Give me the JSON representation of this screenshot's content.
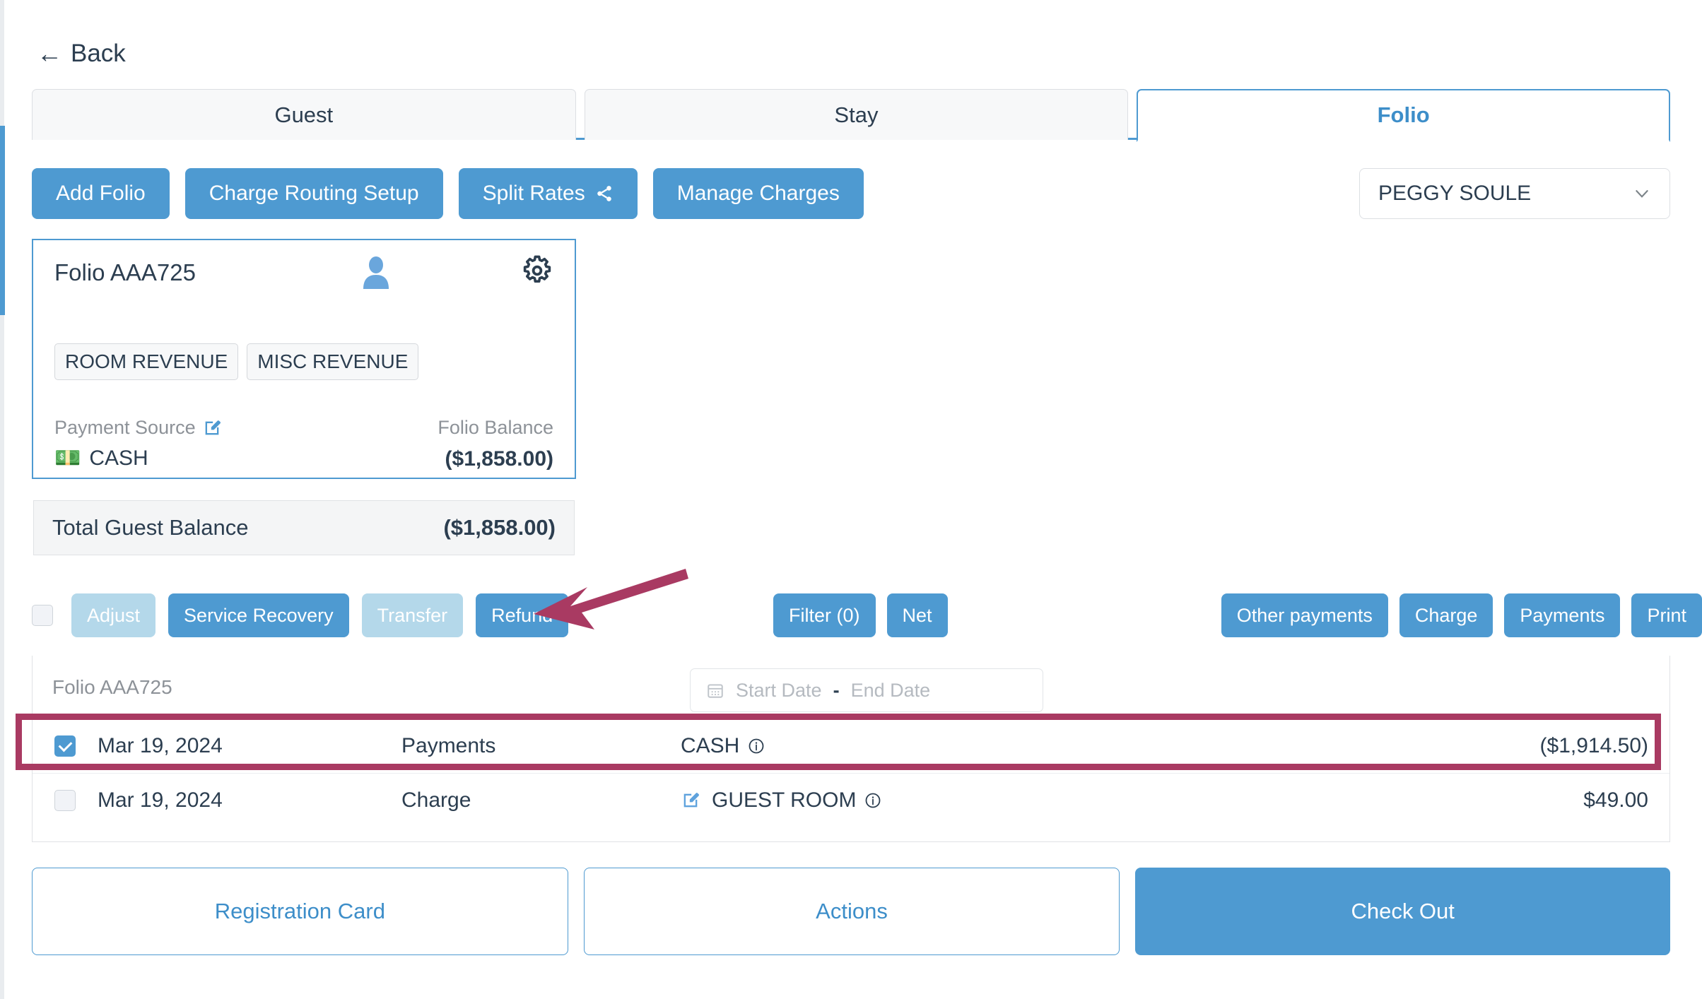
{
  "nav": {
    "back_label": "Back",
    "back_icon": "arrow-left-icon"
  },
  "tabs": [
    {
      "label": "Guest",
      "active": false
    },
    {
      "label": "Stay",
      "active": false
    },
    {
      "label": "Folio",
      "active": true
    }
  ],
  "actions": {
    "add_folio": "Add Folio",
    "charge_routing_setup": "Charge Routing Setup",
    "split_rates": "Split Rates",
    "split_rates_icon": "share-icon",
    "manage_charges": "Manage Charges"
  },
  "guest_select": {
    "value": "PEGGY SOULE",
    "icon": "chevron-down-icon"
  },
  "folio_card": {
    "title": "Folio AAA725",
    "person_icon": "person-icon",
    "gear_icon": "gear-icon",
    "chips": [
      "ROOM REVENUE",
      "MISC REVENUE"
    ],
    "payment_source_label": "Payment Source",
    "payment_source_edit_icon": "edit-icon",
    "payment_source_value": "CASH",
    "payment_source_value_icon": "cash-icon",
    "balance_label": "Folio Balance",
    "balance_value": "($1,858.00)"
  },
  "total_balance": {
    "label": "Total Guest Balance",
    "value": "($1,858.00)"
  },
  "toolbar": {
    "select_all_checked": false,
    "left": [
      {
        "label": "Adjust",
        "disabled": true
      },
      {
        "label": "Service Recovery",
        "disabled": false
      },
      {
        "label": "Transfer",
        "disabled": true
      },
      {
        "label": "Refund",
        "disabled": false
      }
    ],
    "mid": [
      {
        "label": "Filter (0)",
        "disabled": false
      },
      {
        "label": "Net",
        "disabled": false
      }
    ],
    "right": [
      {
        "label": "Other payments",
        "disabled": false
      },
      {
        "label": "Charge",
        "disabled": false
      },
      {
        "label": "Payments",
        "disabled": false
      },
      {
        "label": "Print",
        "disabled": false
      }
    ]
  },
  "annotation": {
    "arrow_icon": "arrow-left-annotation",
    "arrow_color": "#a93a62",
    "highlight_color": "#a93a62",
    "target": "Refund"
  },
  "table": {
    "folio_label": "Folio AAA725",
    "date_range": {
      "calendar_icon": "calendar-icon",
      "start_placeholder": "Start Date",
      "separator": "-",
      "end_placeholder": "End Date"
    },
    "rows": [
      {
        "checked": true,
        "highlighted": true,
        "date": "Mar 19, 2024",
        "type": "Payments",
        "description": "CASH",
        "has_edit_icon": false,
        "info_icon": "info-icon",
        "amount": "($1,914.50)"
      },
      {
        "checked": false,
        "highlighted": false,
        "date": "Mar 19, 2024",
        "type": "Charge",
        "description": "GUEST ROOM",
        "has_edit_icon": true,
        "edit_icon": "edit-icon",
        "info_icon": "info-icon",
        "amount": "$49.00"
      }
    ]
  },
  "bottom": [
    {
      "label": "Registration Card",
      "style": "outline"
    },
    {
      "label": "Actions",
      "style": "outline"
    },
    {
      "label": "Check Out",
      "style": "solid"
    }
  ],
  "colors": {
    "brand_blue": "#4e9ad1",
    "brand_blue_disabled": "#b4d8ea",
    "annotation_pink": "#a93a62",
    "text": "#2c3e50",
    "muted": "#8d9298"
  }
}
